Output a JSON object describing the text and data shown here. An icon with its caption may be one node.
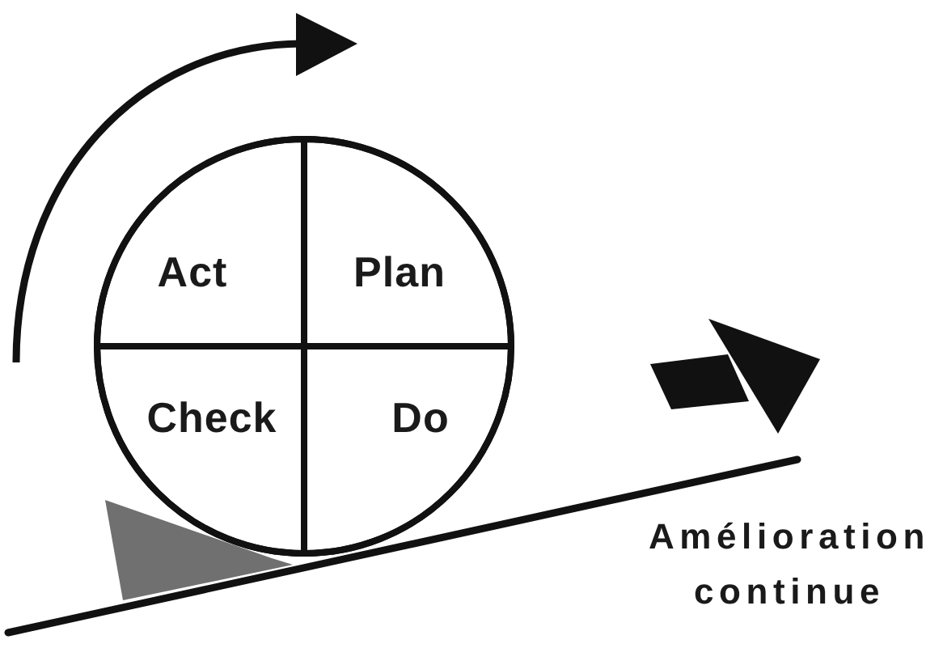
{
  "diagram": {
    "nodes": [
      {
        "text": [],
        "shape": "circle"
      },
      {
        "text": [
          "Act"
        ],
        "in": 0
      },
      {
        "text": [
          "Plan"
        ],
        "in": 0
      },
      {
        "text": [
          "Check"
        ],
        "in": 0
      },
      {
        "text": [
          "Do"
        ],
        "in": 0
      }
    ],
    "labels": [
      "Amélioration continue"
    ]
  }
}
